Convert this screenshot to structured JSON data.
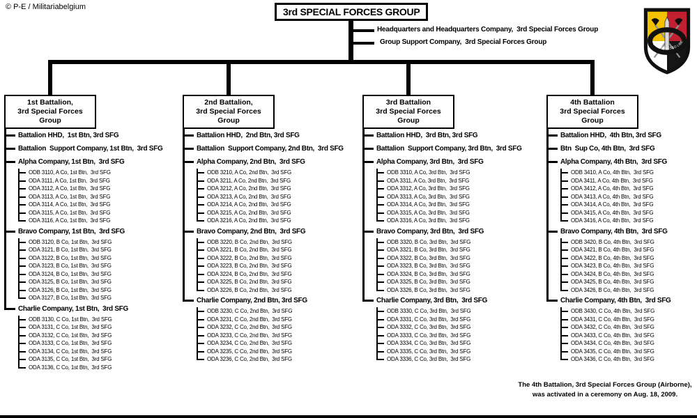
{
  "copyright": "© P-E / Militariabelgium",
  "title": "3rd SPECIAL FORCES GROUP",
  "group_units": [
    "Headquarters and Headquarters Company,  3rd Special Forces Group",
    "Group Support Company,  3rd Special Forces Group"
  ],
  "footnote": {
    "line1": "The 4th Battalion, 3rd Special Forces Group (Airborne),",
    "line2": "was activated in a ceremony on Aug. 18, 2009."
  },
  "emblem": {
    "name": "3rd-special-forces-group-beret-flash",
    "motto": "DE OPPRESSO LIBER",
    "colors": {
      "top_left": "#F2C100",
      "top_right": "#C22030",
      "bottom_left": "#FFFFFF",
      "bottom_right": "#151515",
      "border": "#111111"
    }
  },
  "line_color": "#000000",
  "battalions": [
    {
      "box_line1": "1st Battalion,",
      "box_line2": "3rd Special Forces Group",
      "units": [
        {
          "label": "Battalion HHD,  1st Btn, 3rd SFG",
          "children": []
        },
        {
          "label": "Battalion  Support Company, 1st Btn,  3rd SFG",
          "children": []
        },
        {
          "label": "Alpha Company, 1st Btn,  3rd SFG",
          "children": [
            "ODB 3110, A Co, 1st Btn,  3rd SFG",
            "ODA 3111, A Co, 1st Btn,  3rd SFG",
            "ODA 3112, A Co, 1st Btn,  3rd SFG",
            "ODA 3113, A Co, 1st Btn,  3rd SFG",
            "ODA 3114, A Co, 1st Btn,  3rd SFG",
            "ODA 3115, A Co, 1st Btn,  3rd SFG",
            "ODA 3116, A Co, 1st Btn,  3rd SFG"
          ]
        },
        {
          "label": "Bravo Company, 1st Btn,  3rd SFG",
          "children": [
            "ODB 3120, B Co, 1st Btn,  3rd SFG",
            "ODA 3121, B Co, 1st Btn,  3rd SFG",
            "ODA 3122, B Co, 1st Btn,  3rd SFG",
            "ODA 3123, B Co, 1st Btn,  3rd SFG",
            "ODA 3124, B Co, 1st Btn,  3rd SFG",
            "ODA 3125, B Co, 1st Btn,  3rd SFG",
            "ODA 3126, B Co, 1st Btn,  3rd SFG",
            "ODA 3127, B Co, 1st Btn,  3rd SFG"
          ]
        },
        {
          "label": "Charlie Company, 1st Btn,  3rd SFG",
          "children": [
            "ODB 3130, C Co, 1st Btn,  3rd SFG",
            "ODA 3131, C Co, 1st Btn,  3rd SFG",
            "ODA 3132, C Co, 1st Btn,  3rd SFG",
            "ODA 3133, C Co, 1st Btn,  3rd SFG",
            "ODA 3134, C Co, 1st Btn,  3rd SFG",
            "ODA 3135, C Co, 1st Btn,  3rd SFG",
            "ODA 3136, C Co, 1st Btn,  3rd SFG"
          ]
        }
      ]
    },
    {
      "box_line1": "2nd Battalion,",
      "box_line2": "3rd Special Forces Group",
      "units": [
        {
          "label": "Battalion HHD,  2nd Btn, 3rd SFG",
          "children": []
        },
        {
          "label": "Battalion  Support Company, 2nd Btn,  3rd SFG",
          "children": []
        },
        {
          "label": "Alpha Company, 2nd Btn,  3rd SFG",
          "children": [
            "ODB 3210, A Co, 2nd Btn,  3rd SFG",
            "ODA 3211, A Co, 2nd Btn,  3rd SFG",
            "ODA 3212, A Co, 2nd Btn,  3rd SFG",
            "ODA 3213, A Co, 2nd Btn,  3rd SFG",
            "ODA 3214, A Co, 2nd Btn,  3rd SFG",
            "ODA 3215, A Co, 2nd Btn,  3rd SFG",
            "ODA 3216, A Co, 2nd Btn,  3rd SFG"
          ]
        },
        {
          "label": "Bravo Company, 2nd Btn,  3rd SFG",
          "children": [
            "ODB 3220, B Co, 2nd Btn,  3rd SFG",
            "ODA 3221, B Co, 2nd Btn,  3rd SFG",
            "ODA 3222, B Co, 2nd Btn,  3rd SFG",
            "ODA 3223, B Co, 2nd Btn,  3rd SFG",
            "ODA 3224, B Co, 2nd Btn,  3rd SFG",
            "ODA 3225, B Co, 2nd Btn,  3rd SFG",
            "ODA 3226, B Co, 2nd Btn,  3rd SFG"
          ]
        },
        {
          "label": "Charlie Company, 2nd Btn, 3rd SFG",
          "children": [
            "ODB 3230, C Co, 2nd Btn,  3rd SFG",
            "ODA 3231, C Co, 2nd Btn,  3rd SFG",
            "ODA 3232, C Co, 2nd Btn,  3rd SFG",
            "ODA 3233, C Co, 2nd Btn,  3rd SFG",
            "ODA 3234, C Co, 2nd Btn,  3rd SFG",
            "ODA 3235, C Co, 2nd Btn,  3rd SFG",
            "ODA 3236, C Co, 2nd Btn,  3rd SFG"
          ]
        }
      ]
    },
    {
      "box_line1": "3rd Battalion",
      "box_line2": "3rd Special Forces Group",
      "units": [
        {
          "label": "Battalion HHD,  3rd Btn, 3rd SFG",
          "children": []
        },
        {
          "label": "Battalion  Support Company, 3rd Btn,  3rd SFG",
          "children": []
        },
        {
          "label": "Alpha Company, 3rd Btn,  3rd SFG",
          "children": [
            "ODB 3310, A Co, 3rd Btn,  3rd SFG",
            "ODA 3311, A Co, 3rd Btn,  3rd SFG",
            "ODA 3312, A Co, 3rd Btn,  3rd SFG",
            "ODA 3313, A Co, 3rd Btn,  3rd SFG",
            "ODA 3314, A Co, 3rd Btn,  3rd SFG",
            "ODA 3315, A Co, 3rd Btn,  3rd SFG",
            "ODA 3316, A Co, 3rd Btn,  3rd SFG"
          ]
        },
        {
          "label": "Bravo Company, 3rd Btn,  3rd SFG",
          "children": [
            "ODB 3320, B Co, 3rd Btn,  3rd SFG",
            "ODA 3321, B Co, 3rd Btn,  3rd SFG",
            "ODA 3322, B Co, 3rd Btn,  3rd SFG",
            "ODA 3323, B Co, 3rd Btn,  3rd SFG",
            "ODA 3324, B Co, 3rd Btn,  3rd SFG",
            "ODA 3325, B Co, 3rd Btn,  3rd SFG",
            "ODA 3326, B Co, 3rd Btn,  3rd SFG"
          ]
        },
        {
          "label": "Charlie Company, 3rd Btn,  3rd SFG",
          "children": [
            "ODB 3330, C Co, 3rd Btn,  3rd SFG",
            "ODA 3331, C Co, 3rd Btn,  3rd SFG",
            "ODA 3332, C Co, 3rd Btn,  3rd SFG",
            "ODA 3333, C Co, 3rd Btn,  3rd SFG",
            "ODA 3334, C Co, 3rd Btn,  3rd SFG",
            "ODA 3335, C Co, 3rd Btn,  3rd SFG",
            "ODA 3336, C Co, 3rd Btn,  3rd SFG"
          ]
        }
      ]
    },
    {
      "box_line1": "4th Battalion",
      "box_line2": "3rd Special Forces Group",
      "units": [
        {
          "label": "Battalion HHD,  4th Btn, 3rd SFG",
          "children": []
        },
        {
          "label": "Btn  Sup Co, 4th Btn,  3rd SFG",
          "children": []
        },
        {
          "label": "Alpha Company, 4th Btn,  3rd SFG",
          "children": [
            "ODB 3410, A Co, 4th Btn,  3rd SFG",
            "ODA 3411, A Co, 4th Btn,  3rd SFG",
            "ODA 3412, A Co, 4th Btn,  3rd SFG",
            "ODA 3413, A Co, 4th Btn,  3rd SFG",
            "ODA 3414, A Co, 4th Btn,  3rd SFG",
            "ODA 3415, A Co, 4th Btn,  3rd SFG",
            "ODA 3416, A Co, 4th Btn,  3rd SFG"
          ]
        },
        {
          "label": "Bravo Company, 4th Btn,  3rd SFG",
          "children": [
            "ODB 3420, B Co, 4th Btn,  3rd SFG",
            "ODA 3421, B Co, 4th Btn,  3rd SFG",
            "ODA 3422, B Co, 4th Btn,  3rd SFG",
            "ODA 3423, B Co, 4th Btn,  3rd SFG",
            "ODA 3424, B Co, 4th Btn,  3rd SFG",
            "ODA 3425, B Co, 4th Btn,  3rd SFG",
            "ODA 3426, B Co, 4th Btn,  3rd SFG"
          ]
        },
        {
          "label": "Charlie Company, 4th Btn,  3rd SFG",
          "children": [
            "ODB 3430, C Co, 4th Btn,  3rd SFG",
            "ODA 3431, C Co, 4th Btn,  3rd SFG",
            "ODA 3432, C Co, 4th Btn,  3rd SFG",
            "ODA 3433, C Co, 4th Btn,  3rd SFG",
            "ODA 3434, C Co, 4th Btn,  3rd SFG",
            "ODA 3435, C Co, 4th Btn,  3rd SFG",
            "ODA 3436, C Co, 4th Btn,  3rd SFG"
          ]
        }
      ]
    }
  ]
}
